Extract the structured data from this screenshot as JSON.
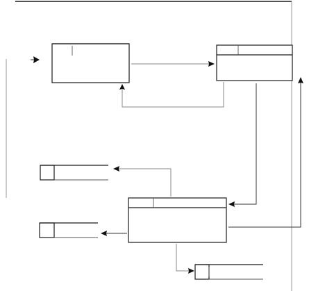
{
  "diagram": {
    "nodes": [
      {
        "id": "node-a",
        "kind": "large-box"
      },
      {
        "id": "node-b",
        "kind": "header-box"
      },
      {
        "id": "node-c",
        "kind": "header-box"
      },
      {
        "id": "node-d",
        "kind": "small-record"
      },
      {
        "id": "node-e",
        "kind": "small-record"
      },
      {
        "id": "node-f",
        "kind": "small-record"
      }
    ],
    "edges": [
      {
        "from": "entry",
        "to": "node-a"
      },
      {
        "from": "node-a",
        "to": "node-b"
      },
      {
        "from": "node-b",
        "to": "node-a"
      },
      {
        "from": "node-b",
        "to": "node-c"
      },
      {
        "from": "node-c",
        "to": "node-b"
      },
      {
        "from": "node-c",
        "to": "node-d"
      },
      {
        "from": "node-c",
        "to": "node-e"
      },
      {
        "from": "node-c",
        "to": "node-f"
      }
    ],
    "colors": {
      "line": "#1a1a1a",
      "background": "#ffffff"
    }
  }
}
